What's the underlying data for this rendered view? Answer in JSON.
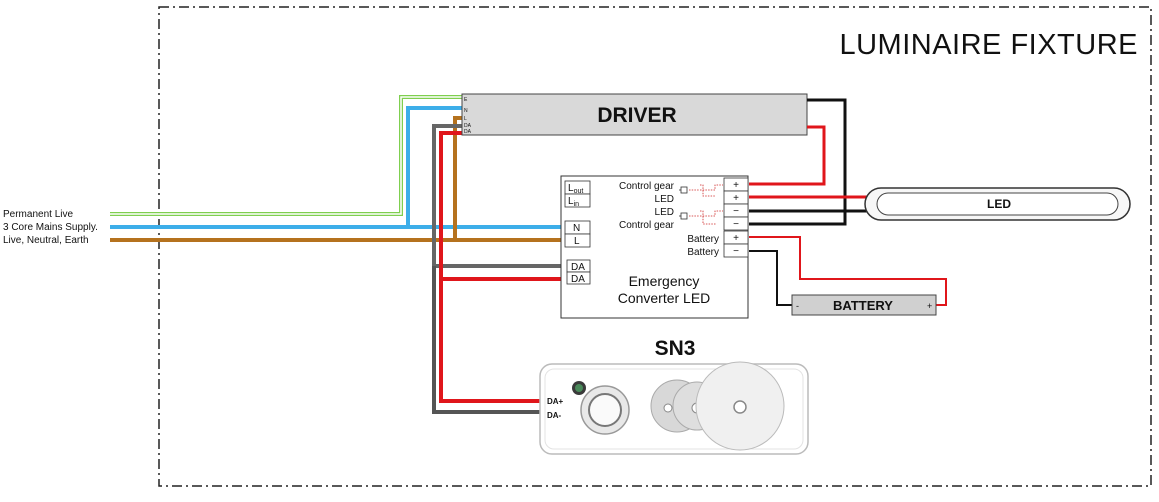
{
  "fixture": {
    "title": "LUMINAIRE FIXTURE"
  },
  "supply": {
    "line1": "Permanent Live",
    "line2": "3 Core Mains Supply.",
    "line3": "Live, Neutral, Earth"
  },
  "driver": {
    "title": "DRIVER",
    "pins": [
      "E",
      "N",
      "L",
      "DA",
      "DA"
    ]
  },
  "led": {
    "label": "LED"
  },
  "battery": {
    "label": "BATTERY",
    "neg": "-",
    "pos": "+"
  },
  "converter": {
    "title_line1": "Emergency",
    "title_line2": "Converter LED",
    "lout": "L",
    "lout_sub": "out",
    "lin": "L",
    "lin_sub": "in",
    "n": "N",
    "l": "L",
    "da1": "DA",
    "da2": "DA",
    "right_labels": [
      "Control gear",
      "LED",
      "LED",
      "Control gear",
      "Battery",
      "Battery"
    ],
    "right_signs": [
      "+",
      "+",
      "−",
      "−",
      "+",
      "−"
    ]
  },
  "sensor": {
    "title": "SN3",
    "da_plus": "DA+",
    "da_minus": "DA-"
  },
  "colors": {
    "earth": "#7fcf4f",
    "neutral": "#3daee9",
    "live": "#b5721e",
    "dali_pos": "#e0161b",
    "dali_neg": "#555555",
    "black": "#111111",
    "red": "#e0161b"
  }
}
